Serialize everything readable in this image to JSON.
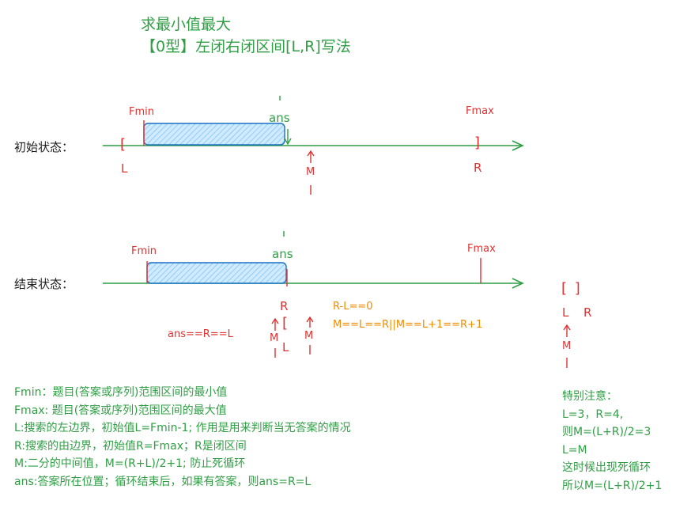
{
  "title": {
    "line1": "求最小值最大",
    "line2": "【0型】左闭右闭区间[L,R]写法"
  },
  "initial": {
    "label": "初始状态：",
    "fmin": "Fmin",
    "fmax": "Fmax",
    "ans": "ans",
    "l_bracket": "[",
    "r_bracket": "]",
    "l": "L",
    "r": "R",
    "m": "M"
  },
  "final": {
    "label": "结束状态：",
    "fmin": "Fmin",
    "fmax": "Fmax",
    "ans": "ans",
    "r": "R",
    "l_bracket": "[",
    "l": "L",
    "m_left": "M",
    "m_right": "M",
    "ans_eq": "ans==R==L",
    "cond1": "R-L==0",
    "cond2": "M==L==R||M==L+1==R+1"
  },
  "side_example": {
    "brackets": "[ ]",
    "l": "L",
    "r": "R",
    "m": "M"
  },
  "legend": [
    "Fmin：题目(答案或序列)范围区间的最小值",
    "Fmax: 题目(答案或序列)范围区间的最大值",
    "L:搜索的左边界，初始值L=Fmin-1; 作用是用来判断当无答案的情况",
    "R:搜索的由边界，初始值R=Fmax；R是闭区间",
    "M:二分的中间值，M=(R+L)/2+1; 防止死循环",
    "ans:答案所在位置；循环结束后，如果有答案，则ans=R=L"
  ],
  "special_note": [
    "特别注意：",
    "L=3，R=4,",
    "则M=(L+R)/2=3",
    "L=M",
    "这时候出现死循环",
    "所以M=(L+R)/2+1"
  ]
}
